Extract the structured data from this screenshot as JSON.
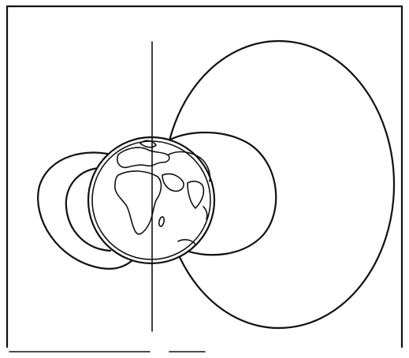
{
  "diagram": {
    "kind": "line-drawing",
    "stroke_color": "#111111",
    "background_color": "#ffffff",
    "elements": [
      "frame-border",
      "vertical-axis-line",
      "large-outer-ellipse",
      "left-outer-lobe",
      "left-inner-lobe",
      "right-lobe",
      "earth-globe",
      "continent-outlines"
    ]
  }
}
